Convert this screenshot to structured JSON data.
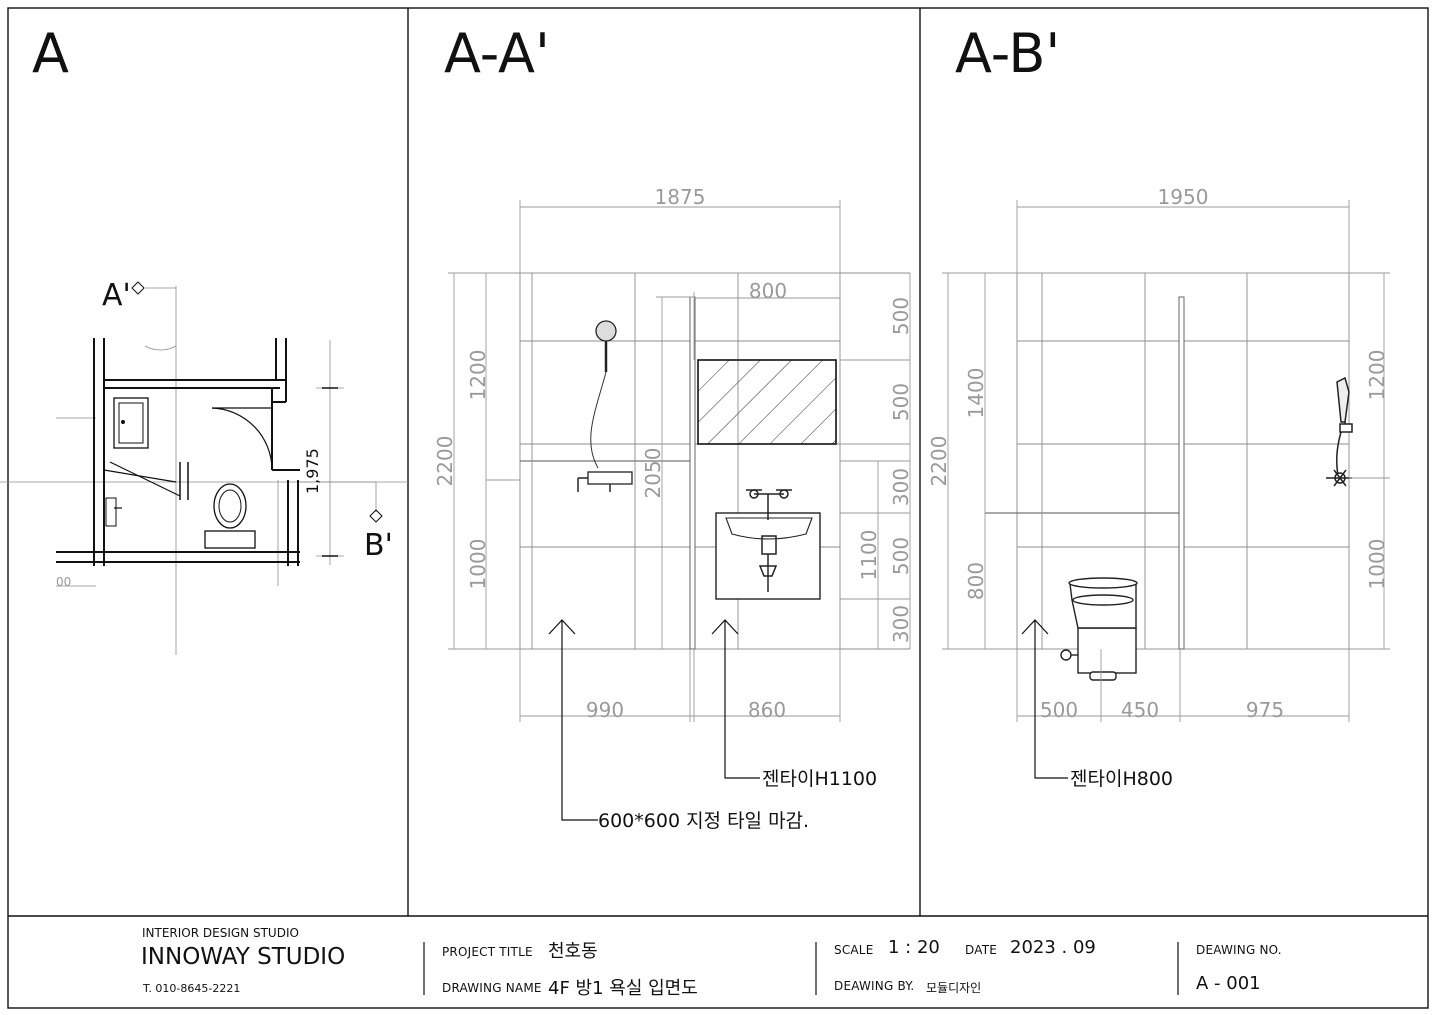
{
  "panels": {
    "plan": {
      "title": "A",
      "marker_a": "A'",
      "marker_b": "B'",
      "dim_1975": "1,975",
      "dim_00": "00"
    },
    "aa": {
      "title": "A-A'",
      "dims": {
        "top_width": "1875",
        "mirror_width": "800",
        "height_total": "2200",
        "upper_1200": "1200",
        "lower_1000": "1000",
        "mid_2050": "2050",
        "right_500_a": "500",
        "right_500_b": "500",
        "right_300_a": "300",
        "right_500_c": "500",
        "right_300_b": "300",
        "sink_1100": "1100",
        "bottom_990": "990",
        "bottom_860": "860"
      },
      "notes": {
        "jentai": "젠타이H1100",
        "tile": "600*600 지정 타일 마감."
      }
    },
    "ab": {
      "title": "A-B'",
      "dims": {
        "top_width": "1950",
        "height_total": "2200",
        "left_1400": "1400",
        "left_800": "800",
        "right_1200": "1200",
        "right_1000": "1000",
        "bottom_500": "500",
        "bottom_450": "450",
        "bottom_975": "975"
      },
      "notes": {
        "jentai": "젠타이H800"
      }
    }
  },
  "title_block": {
    "studio_sub": "INTERIOR DESIGN STUDIO",
    "studio_name": "INNOWAY STUDIO",
    "phone": "T. 010-8645-2221",
    "project_title_label": "PROJECT TITLE",
    "project_title": "천호동",
    "drawing_name_label": "DRAWING NAME",
    "drawing_name": "4F 방1 욕실 입면도",
    "scale_label": "SCALE",
    "scale": "1 : 20",
    "date_label": "DATE",
    "date": "2023 . 09",
    "drawing_by_label": "DEAWING BY.",
    "drawing_by": "모듈디자인",
    "drawing_no_label": "DEAWING NO.",
    "drawing_no": "A - 001"
  },
  "colors": {
    "line": "#111111",
    "dim": "#9a9a9a",
    "grid": "#8c8c8c"
  }
}
